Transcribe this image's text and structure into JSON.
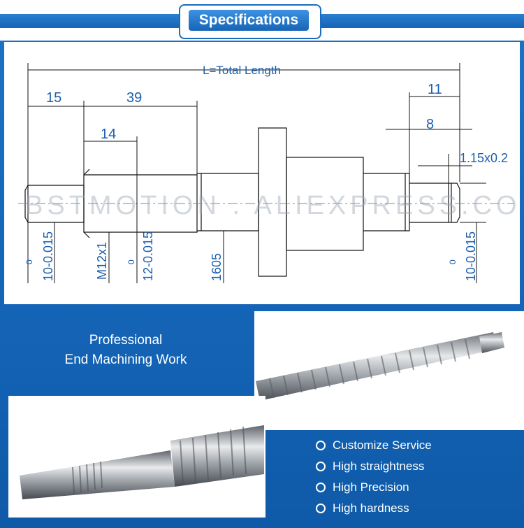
{
  "header": {
    "title": "Specifications"
  },
  "drawing": {
    "total_length": "L=Total Length",
    "dim_15": "15",
    "dim_39": "39",
    "dim_14": "14",
    "dim_11": "11",
    "dim_8": "8",
    "dim_groove": "1.15x0.2",
    "label_left_shaft": "10-0.015",
    "label_left_shaft_upper": "0",
    "label_thread": "M12x1",
    "label_mid_shaft": "12-0.015",
    "label_mid_shaft_upper": "0",
    "label_screw": "1605",
    "label_right_shaft": "10-0.015",
    "label_right_shaft_upper": "0",
    "watermark": "BSTMOTION . ALIEXPRESS.COM"
  },
  "caption": {
    "line1": "Professional",
    "line2": "End Machining Work"
  },
  "features": [
    "Customize Service",
    "High straightness",
    "High Precision",
    "High hardness"
  ]
}
